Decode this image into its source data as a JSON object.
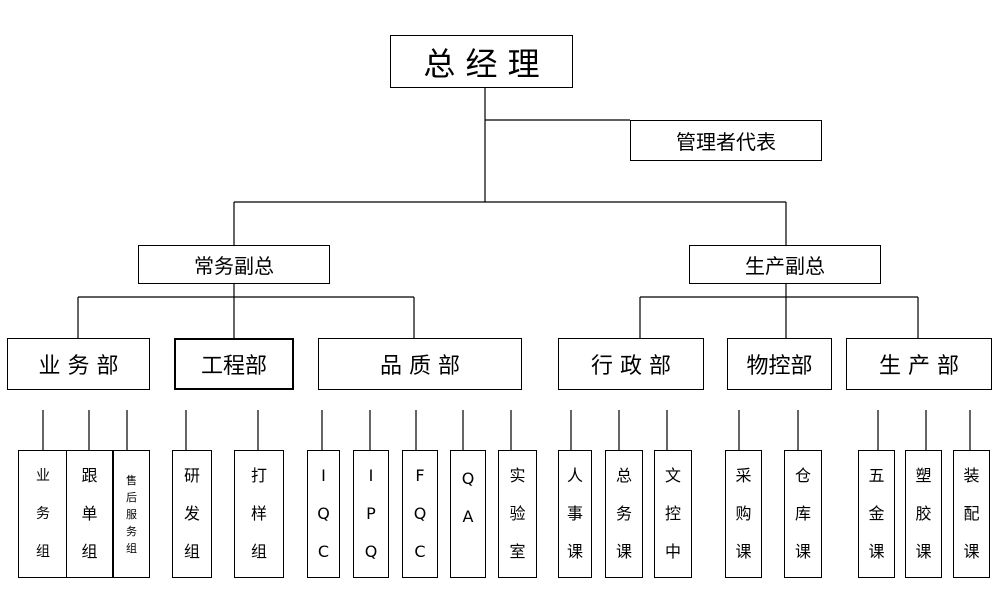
{
  "top": {
    "label": "总 经 理"
  },
  "rep": {
    "label": "管理者代表"
  },
  "vp_business": {
    "label": "常务副总"
  },
  "vp_production": {
    "label": "生产副总"
  },
  "departments": {
    "business": "业 务 部",
    "engineering": "工程部",
    "quality": "品 质 部",
    "admin": "行 政 部",
    "material": "物控部",
    "production": "生 产 部"
  },
  "units": {
    "business_group": "业务组",
    "followup_group": "跟单组",
    "aftersales_group": "售后服务组",
    "rnd_group": "研发组",
    "sample_group": "打样组",
    "iqc": "IQC",
    "ipq": "IPQ",
    "fqc": "FQC",
    "qa": "QA",
    "lab": "实验室",
    "hr_section": "人事课",
    "general_affairs": "总务课",
    "doc_control": "文控中",
    "purchasing": "采购课",
    "warehouse": "仓库课",
    "hardware": "五金课",
    "plastic": "塑胶课",
    "assembly": "装配课"
  }
}
